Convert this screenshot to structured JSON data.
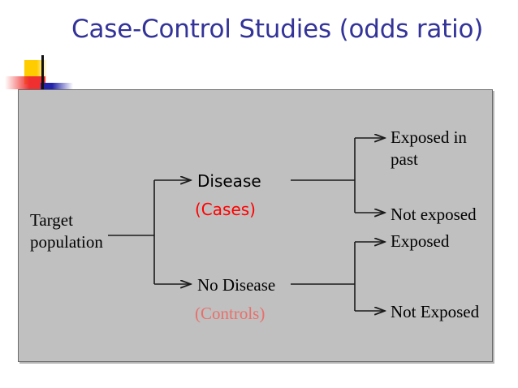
{
  "slide": {
    "title": "Case-Control Studies (odds ratio)",
    "title_color": "#333399",
    "panel_background": "#c0c0c0",
    "panel_border": "#6b6b6b"
  },
  "decor": {
    "yellow": "#FFCC00",
    "red": "#F03030",
    "blue": "#2222AA",
    "bar": "#111111"
  },
  "diagram": {
    "type": "flow-tree",
    "nodes": {
      "target_population": "Target\npopulation",
      "disease": "Disease",
      "cases": "(Cases)",
      "no_disease": "No Disease",
      "controls": "(Controls)",
      "exposed_in_past": "Exposed in\npast",
      "not_exposed": "Not exposed",
      "exposed": "Exposed",
      "not_exposed_2": "Not Exposed"
    },
    "colors": {
      "cases": "#FF0000",
      "controls": "#E8706B",
      "node_text": "#000000",
      "connector": "#1a1a1a"
    },
    "edges": [
      {
        "from": "target_population",
        "to": "disease"
      },
      {
        "from": "target_population",
        "to": "no_disease"
      },
      {
        "from": "disease",
        "to": "exposed_in_past"
      },
      {
        "from": "disease",
        "to": "not_exposed"
      },
      {
        "from": "no_disease",
        "to": "exposed"
      },
      {
        "from": "no_disease",
        "to": "not_exposed_2"
      }
    ]
  }
}
